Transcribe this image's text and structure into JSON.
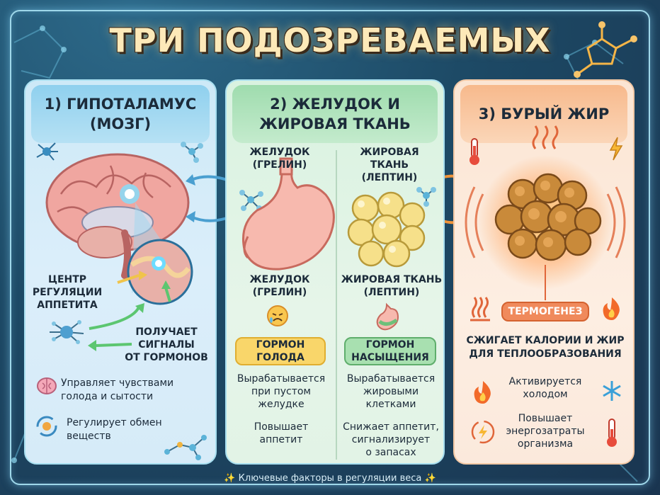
{
  "title": "ТРИ ПОДОЗРЕВАЕМЫХ",
  "panel1": {
    "heading_line1": "1) ГИПОТАЛАМУС",
    "heading_line2": "(МОЗГ)",
    "center_label": [
      "ЦЕНТР",
      "РЕГУЛЯЦИИ",
      "АППЕТИТА"
    ],
    "signals_label": [
      "ПОЛУЧАЕТ",
      "СИГНАЛЫ",
      "ОТ ГОРМОНОВ"
    ],
    "feature1": [
      "Управляет чувствами",
      "голода и сытости"
    ],
    "feature2": [
      "Регулирует обмен",
      "веществ"
    ],
    "icons": [
      "neuron-icon",
      "molecule-icon",
      "brain-icon",
      "recycle-icon"
    ]
  },
  "panel2": {
    "heading_line1": "2) ЖЕЛУДОК И",
    "heading_line2": "ЖИРОВАЯ ТКАНЬ",
    "stomach_top": [
      "ЖЕЛУДОК",
      "(ГРЕЛИН)"
    ],
    "fat_top": [
      "ЖИРОВАЯ",
      "ТКАНЬ",
      "(ЛЕПТИН)"
    ],
    "stomach_mid": [
      "ЖЕЛУДОК",
      "(ГРЕЛИН)"
    ],
    "fat_mid": [
      "ЖИРОВАЯ ТКАНЬ",
      "(ЛЕПТИН)"
    ],
    "hunger_tag": [
      "ГОРМОН",
      "ГОЛОДА"
    ],
    "satiety_tag": [
      "ГОРМОН",
      "НАСЫЩЕНИЯ"
    ],
    "ghrelin_desc": [
      "Вырабатывается",
      "при пустом",
      "желудке"
    ],
    "ghrelin_effect": [
      "Повышает",
      "аппетит"
    ],
    "leptin_desc": [
      "Вырабатывается",
      "жировыми",
      "клетками"
    ],
    "leptin_effect": [
      "Снижает аппетит,",
      "сигнализирует",
      "о запасах"
    ]
  },
  "panel3": {
    "heading": "3) БУРЫЙ ЖИР",
    "thermo_tag": "ТЕРМОГЕНЕЗ",
    "burns": [
      "СЖИГАЕТ КАЛОРИИ И ЖИР",
      "ДЛЯ ТЕПЛООБРАЗОВАНИЯ"
    ],
    "feature1": [
      "Активируется",
      "холодом"
    ],
    "feature2": [
      "Повышает",
      "энергозатраты",
      "организма"
    ],
    "icons": [
      "thermometer-icon",
      "lightning-icon",
      "heat-icon",
      "flame-icon",
      "snowflake-icon"
    ]
  },
  "footer": "✨ Ключевые факторы в регуляции веса ✨",
  "colors": {
    "background": "#1d4a66",
    "frame": "#9fd8ea",
    "title": "#fde9b8",
    "panel1_head": "#8fd0ee",
    "panel2_head": "#9fdcae",
    "panel3_head": "#f7b98c",
    "hunger_tag": "#f9d66a",
    "satiety_tag": "#a8e0b0",
    "thermo_tag": "#f08a5c"
  }
}
